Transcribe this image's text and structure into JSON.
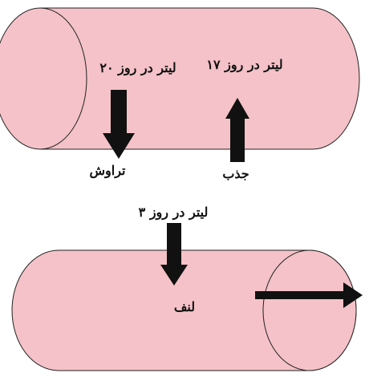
{
  "colors": {
    "vessel_fill": "#f4c2c8",
    "vessel_stroke": "#222222",
    "arrow": "#111111",
    "text": "#111111"
  },
  "top_vessel": {
    "label_filtration_rate": "۲۰ لیتر در روز",
    "label_absorption_rate": "۱۷ لیتر در روز"
  },
  "arrows": {
    "filtration_label": "تراوش",
    "absorption_label": "جذب",
    "lymph_rate_label": "۳ لیتر در روز"
  },
  "bottom_vessel": {
    "label": "لنف"
  }
}
